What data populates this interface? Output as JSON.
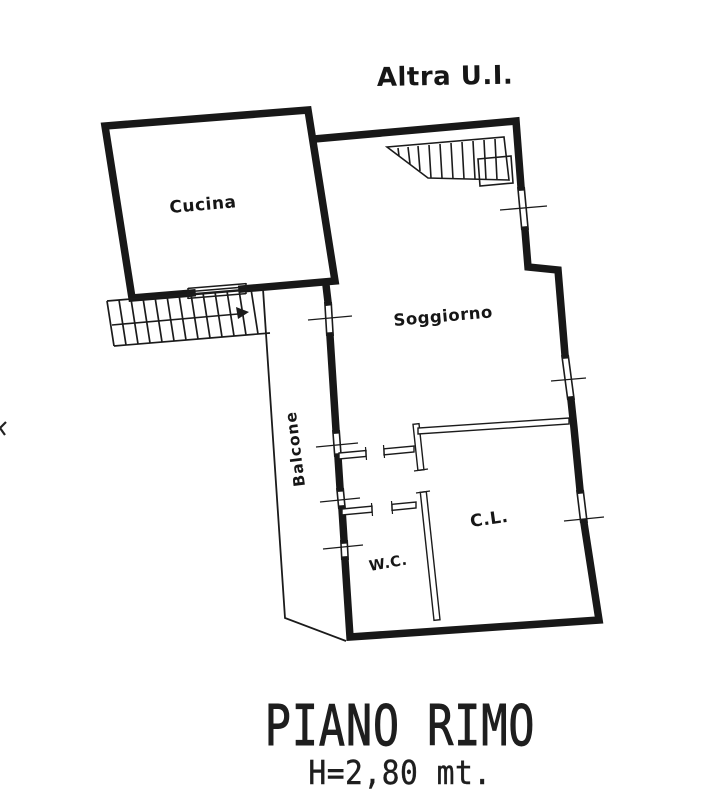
{
  "page": {
    "paper_color": "#ffffff",
    "ink_color": "#1b1b1b"
  },
  "plan": {
    "annotation_other_unit": "Altra U.I.",
    "rooms": [
      {
        "id": "cucina",
        "label": "Cucina"
      },
      {
        "id": "soggiorno",
        "label": "Soggiorno"
      },
      {
        "id": "balcone",
        "label": "Balcone"
      },
      {
        "id": "wc",
        "label": "W.C."
      },
      {
        "id": "cl",
        "label": "C.L."
      }
    ],
    "stair_direction_arrow": "points-right"
  },
  "caption": {
    "title": "PIANO RIMO",
    "subtitle": "H=2,80 mt."
  }
}
